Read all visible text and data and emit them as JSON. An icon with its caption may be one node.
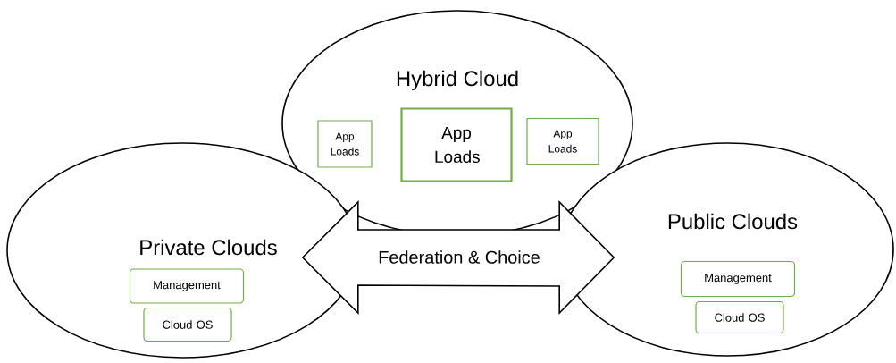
{
  "diagram": {
    "nodes": [
      {
        "text": [
          "Hybrid Cloud"
        ]
      },
      {
        "text": [
          "App Loads"
        ],
        "in": 0
      },
      {
        "text": [
          "App Loads"
        ],
        "in": 0
      },
      {
        "text": [
          "App Loads"
        ],
        "in": 0
      },
      {
        "text": [
          "Private Clouds"
        ]
      },
      {
        "text": [
          "Management"
        ],
        "in": 4
      },
      {
        "text": [
          "Cloud OS"
        ],
        "in": 4
      },
      {
        "text": [
          "Public Clouds"
        ]
      },
      {
        "text": [
          "Management"
        ],
        "in": 7
      },
      {
        "text": [
          "Cloud OS"
        ],
        "in": 7
      }
    ],
    "edges": [
      {
        "from": 4,
        "to": 7,
        "arrow": "both",
        "label": "Federation & Choice"
      }
    ]
  }
}
